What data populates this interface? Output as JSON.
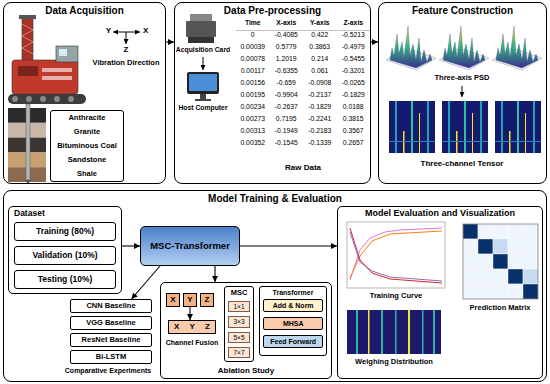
{
  "diagram": {
    "nodes": [
      {
        "text": [
          "Data Acquisition"
        ]
      },
      {
        "text": [
          "Anthracite",
          "Granite",
          "Bituminous Coal",
          "Sandstone",
          "Shale"
        ],
        "in": 0
      },
      {
        "text": [
          "Data Pre-processing"
        ]
      },
      {
        "text": [
          "Feature Construction"
        ]
      },
      {
        "text": [
          "Model Training & Evaluation"
        ]
      },
      {
        "text": [
          "Dataset"
        ],
        "in": 4
      },
      {
        "text": [
          "Training (80%)"
        ],
        "in": 5
      },
      {
        "text": [
          "Validation (10%)"
        ],
        "in": 5
      },
      {
        "text": [
          "Testing (10%)"
        ],
        "in": 5
      },
      {
        "text": [
          "MSC-Transformer"
        ],
        "in": 4
      },
      {
        "text": [
          "Model Evaluation and Visualization"
        ],
        "in": 4
      },
      {
        "text": [
          "CNN Baseline"
        ],
        "in": 4
      },
      {
        "text": [
          "VGG Baseline"
        ],
        "in": 4
      },
      {
        "text": [
          "ResNet Baseline"
        ],
        "in": 4
      },
      {
        "text": [
          "Bi-LSTM"
        ],
        "in": 4
      },
      {
        "text": [
          "Ablation Study"
        ],
        "in": 4
      },
      {
        "text": [
          "X"
        ],
        "in": 15
      },
      {
        "text": [
          "Y"
        ],
        "in": 15
      },
      {
        "text": [
          "Z"
        ],
        "in": 15
      },
      {
        "text": [
          "X",
          "Y",
          "Z"
        ],
        "in": 15
      },
      {
        "text": [
          "MSC",
          "1×1",
          "3×3",
          "5×5",
          "7×7"
        ],
        "in": 15
      },
      {
        "text": [
          "Transformer"
        ],
        "in": 15
      },
      {
        "text": [
          "Add & Norm"
        ],
        "in": 21
      },
      {
        "text": [
          "MHSA"
        ],
        "in": 21
      },
      {
        "text": [
          "Feed Forward"
        ],
        "in": 21
      }
    ],
    "edges": [
      {
        "from": 0,
        "to": 2,
        "arrow": "to"
      },
      {
        "from": 2,
        "to": 3,
        "arrow": "to"
      },
      {
        "from": 5,
        "to": 9,
        "arrow": "to"
      },
      {
        "from": 9,
        "to": 10,
        "arrow": "to"
      },
      {
        "from": 9,
        "to": 11,
        "arrow": "to"
      },
      {
        "from": 9,
        "to": 15,
        "arrow": "to"
      },
      {
        "from": 17,
        "to": 19,
        "arrow": "to"
      }
    ],
    "labels": [
      "Y",
      "X",
      "Z",
      "Vibration Direction",
      "Acquisition Card",
      "Host Computer",
      "Time",
      "X-axis",
      "Y-axis",
      "Z-axis",
      "0",
      "-0.4085",
      "0.422",
      "-0.5213",
      "0.00039",
      "0.5779",
      "0.3863",
      "-0.4979",
      "0.00078",
      "1.2019",
      "0.214",
      "-0.5455",
      "0.00117",
      "-0.6355",
      "0.061",
      "-0.3201",
      "0.00156",
      "-0.659",
      "-0.0908",
      "-0.0265",
      "0.00195",
      "-0.9904",
      "-0.2137",
      "-0.1829",
      "0.00234",
      "-0.2637",
      "-0.1829",
      "0.0188",
      "0.00273",
      "0.7195",
      "-0.2241",
      "0.3815",
      "0.00313",
      "-0.1949",
      "-0.2183",
      "0.3567",
      "0.00352",
      "-0.1545",
      "-0.1339",
      "0.2657",
      "Raw Data",
      "Three-axis PSD",
      "Three-channel Tensor",
      "Comparative Experiments",
      "Channel Fusion",
      "Training Curve",
      "Weighing Distribution",
      "Prediction Matrix"
    ]
  }
}
